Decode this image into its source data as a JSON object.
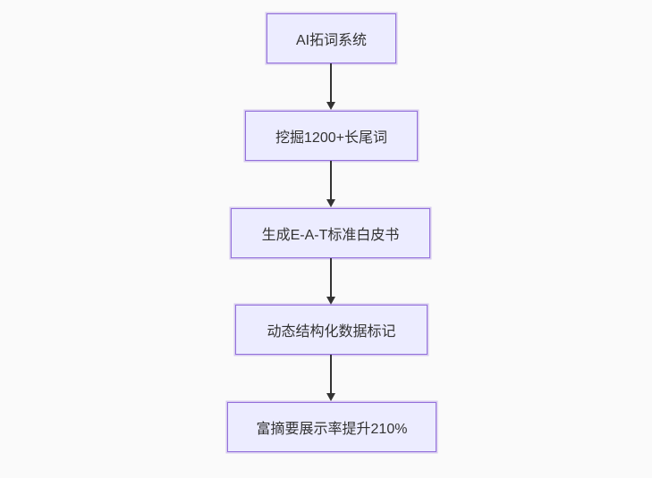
{
  "diagram": {
    "type": "flowchart",
    "direction": "top-down",
    "colors": {
      "background": "#fafafa",
      "node_fill": "#ececff",
      "node_border": "#9370db",
      "node_text": "#333333",
      "arrow": "#333333"
    },
    "nodes": [
      {
        "id": "n1",
        "label": "AI拓词系统"
      },
      {
        "id": "n2",
        "label": "挖掘1200+长尾词"
      },
      {
        "id": "n3",
        "label": "生成E-A-T标准白皮书"
      },
      {
        "id": "n4",
        "label": "动态结构化数据标记"
      },
      {
        "id": "n5",
        "label": "富摘要展示率提升210%"
      }
    ],
    "edges": [
      {
        "from": "n1",
        "to": "n2",
        "style": "arrow-down"
      },
      {
        "from": "n2",
        "to": "n3",
        "style": "arrow-down"
      },
      {
        "from": "n3",
        "to": "n4",
        "style": "arrow-down"
      },
      {
        "from": "n4",
        "to": "n5",
        "style": "arrow-down"
      }
    ]
  }
}
